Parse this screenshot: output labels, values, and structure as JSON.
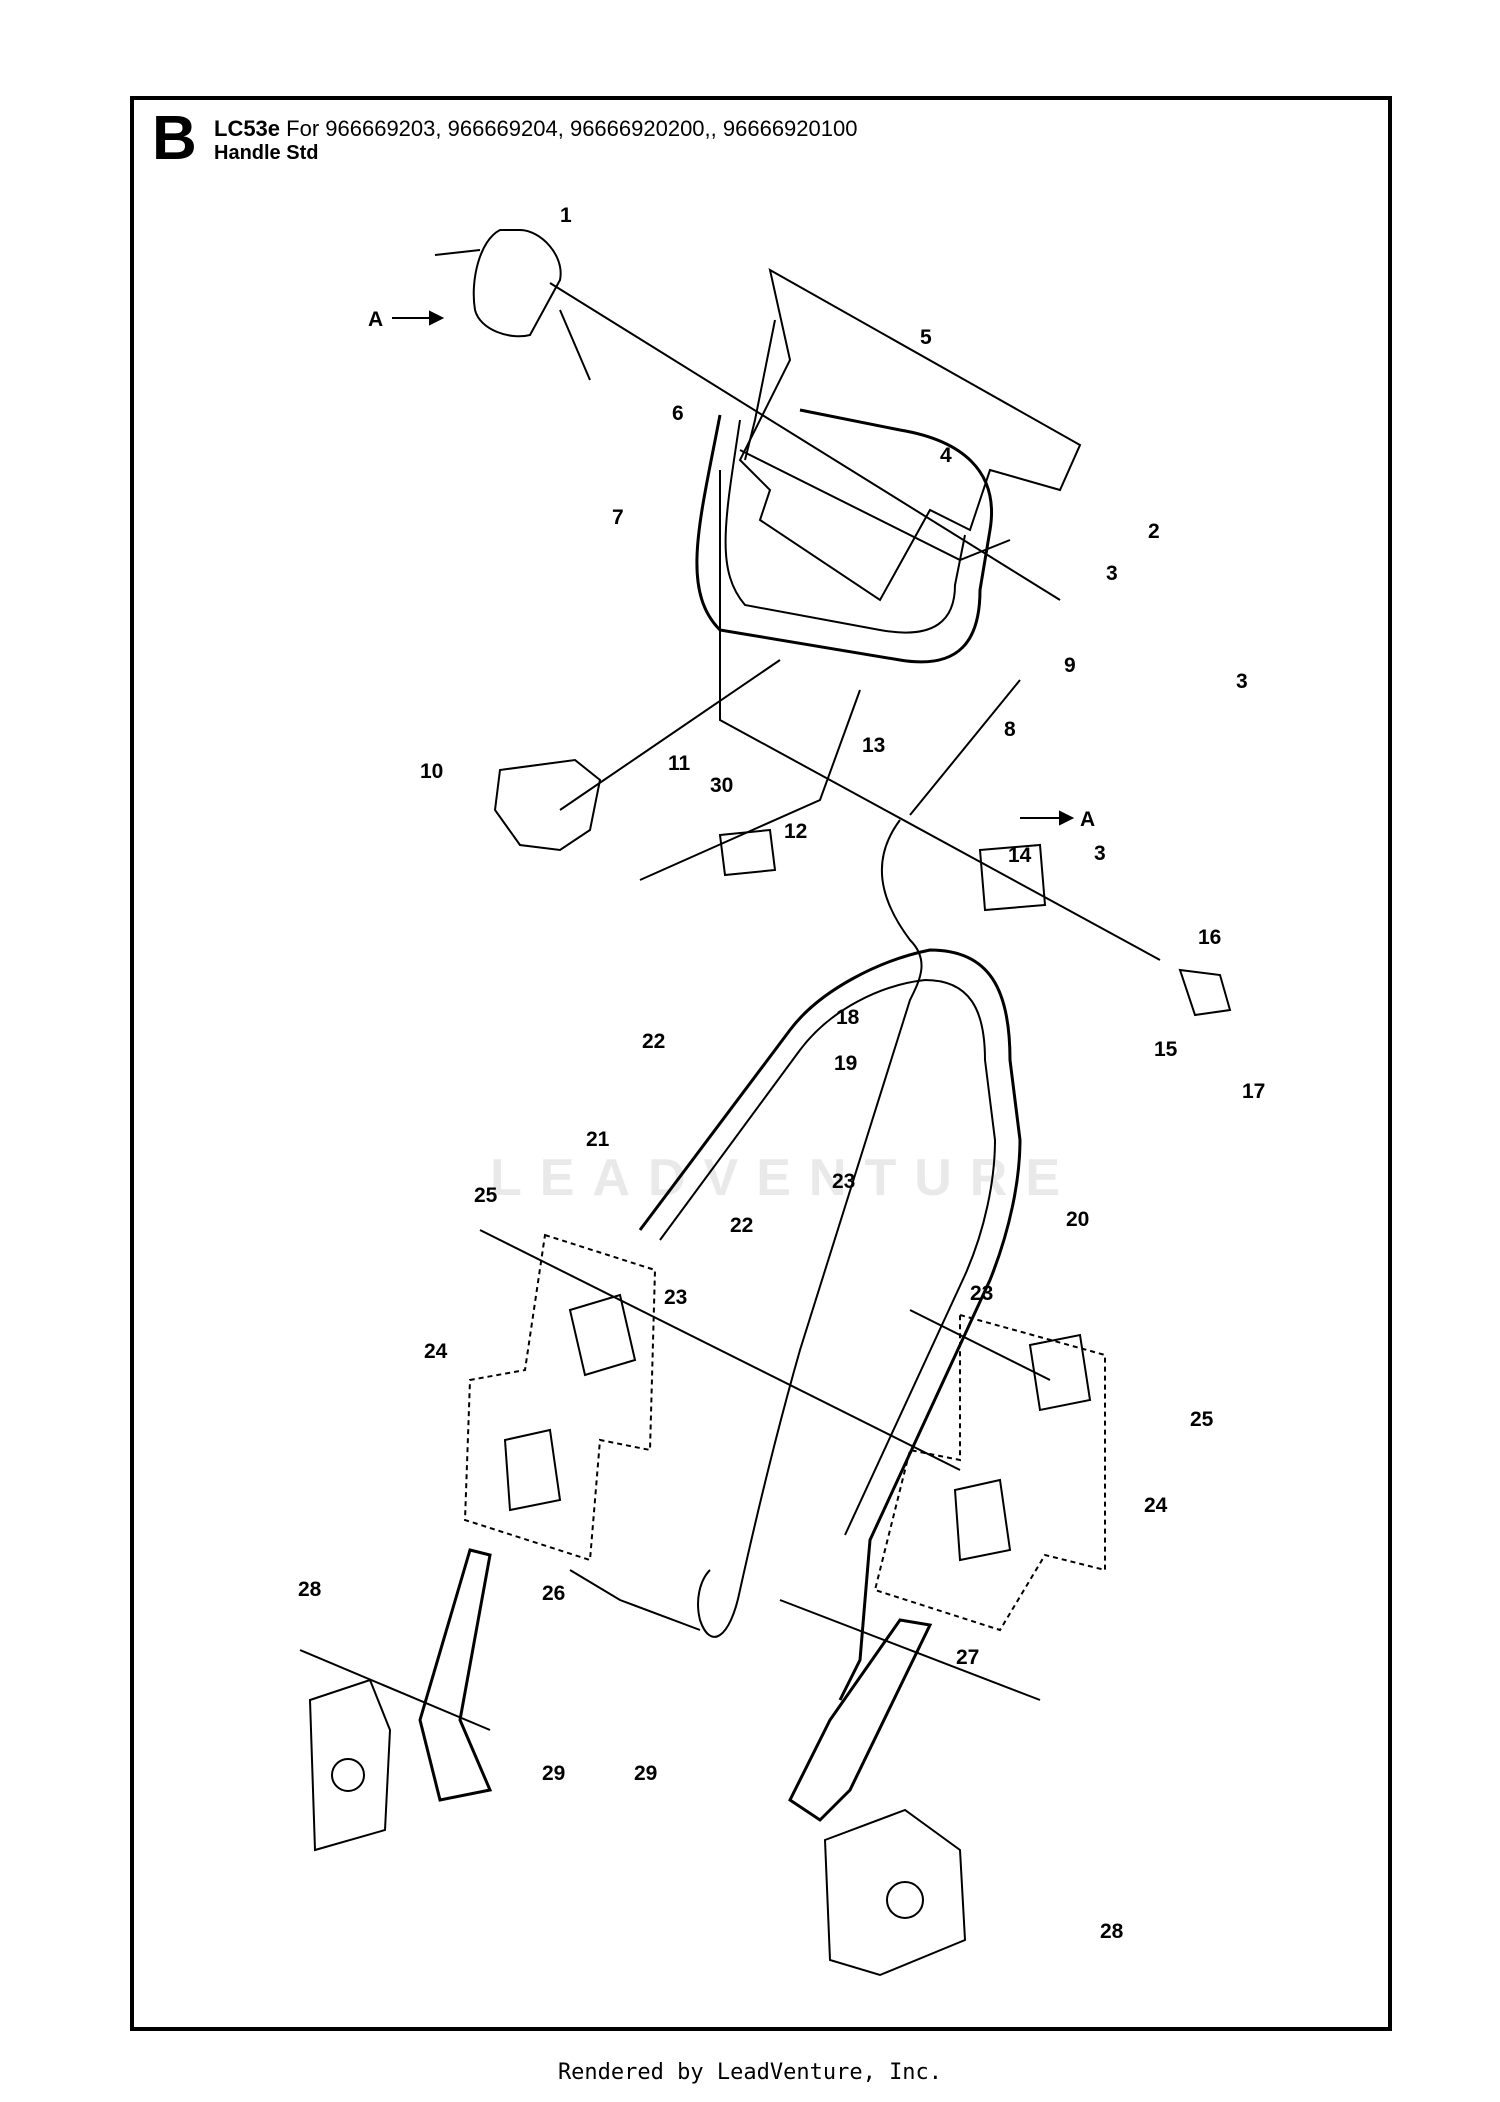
{
  "header": {
    "section_letter": "B",
    "model": "LC53e",
    "title_rest": " For 966669203, 966669204, 96666920200,, 96666920100",
    "subtitle": "Handle Std"
  },
  "watermark": "LEADVENTURE",
  "footer": "Rendered by LeadVenture, Inc.",
  "callouts": [
    "1",
    "2",
    "3",
    "3",
    "3",
    "4",
    "5",
    "6",
    "7",
    "8",
    "9",
    "10",
    "11",
    "12",
    "13",
    "14",
    "15",
    "16",
    "17",
    "18",
    "19",
    "20",
    "21",
    "22",
    "22",
    "23",
    "23",
    "23",
    "24",
    "24",
    "25",
    "25",
    "26",
    "27",
    "28",
    "28",
    "29",
    "29",
    "30",
    "A",
    "A"
  ]
}
